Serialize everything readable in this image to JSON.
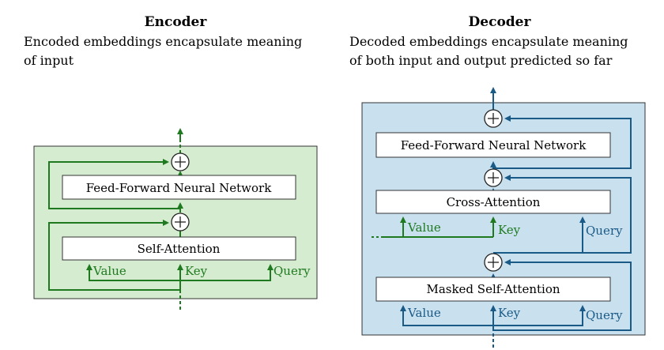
{
  "encoder": {
    "title": "Encoder",
    "description_line1": "Encoded embeddings encapsulate meaning",
    "description_line2": "of input",
    "ffn_label": "Feed-Forward Neural Network",
    "attention_label": "Self-Attention",
    "input_labels": {
      "value": "Value",
      "key": "Key",
      "query": "Query"
    },
    "panel_color": "#d5ecd0",
    "arrow_color": "#1f7a1f"
  },
  "decoder": {
    "title": "Decoder",
    "description_line1": "Decoded embeddings encapsulate meaning",
    "description_line2": "of both input and output predicted so far",
    "ffn_label": "Feed-Forward Neural Network",
    "cross_attention_label": "Cross-Attention",
    "cross_inputs": {
      "value": "Value",
      "key": "Key",
      "query": "Query"
    },
    "masked_attention_label": "Masked Self-Attention",
    "masked_inputs": {
      "value": "Value",
      "key": "Key",
      "query": "Query"
    },
    "panel_color": "#c9e0ef",
    "arrow_color": "#1a5a86"
  }
}
